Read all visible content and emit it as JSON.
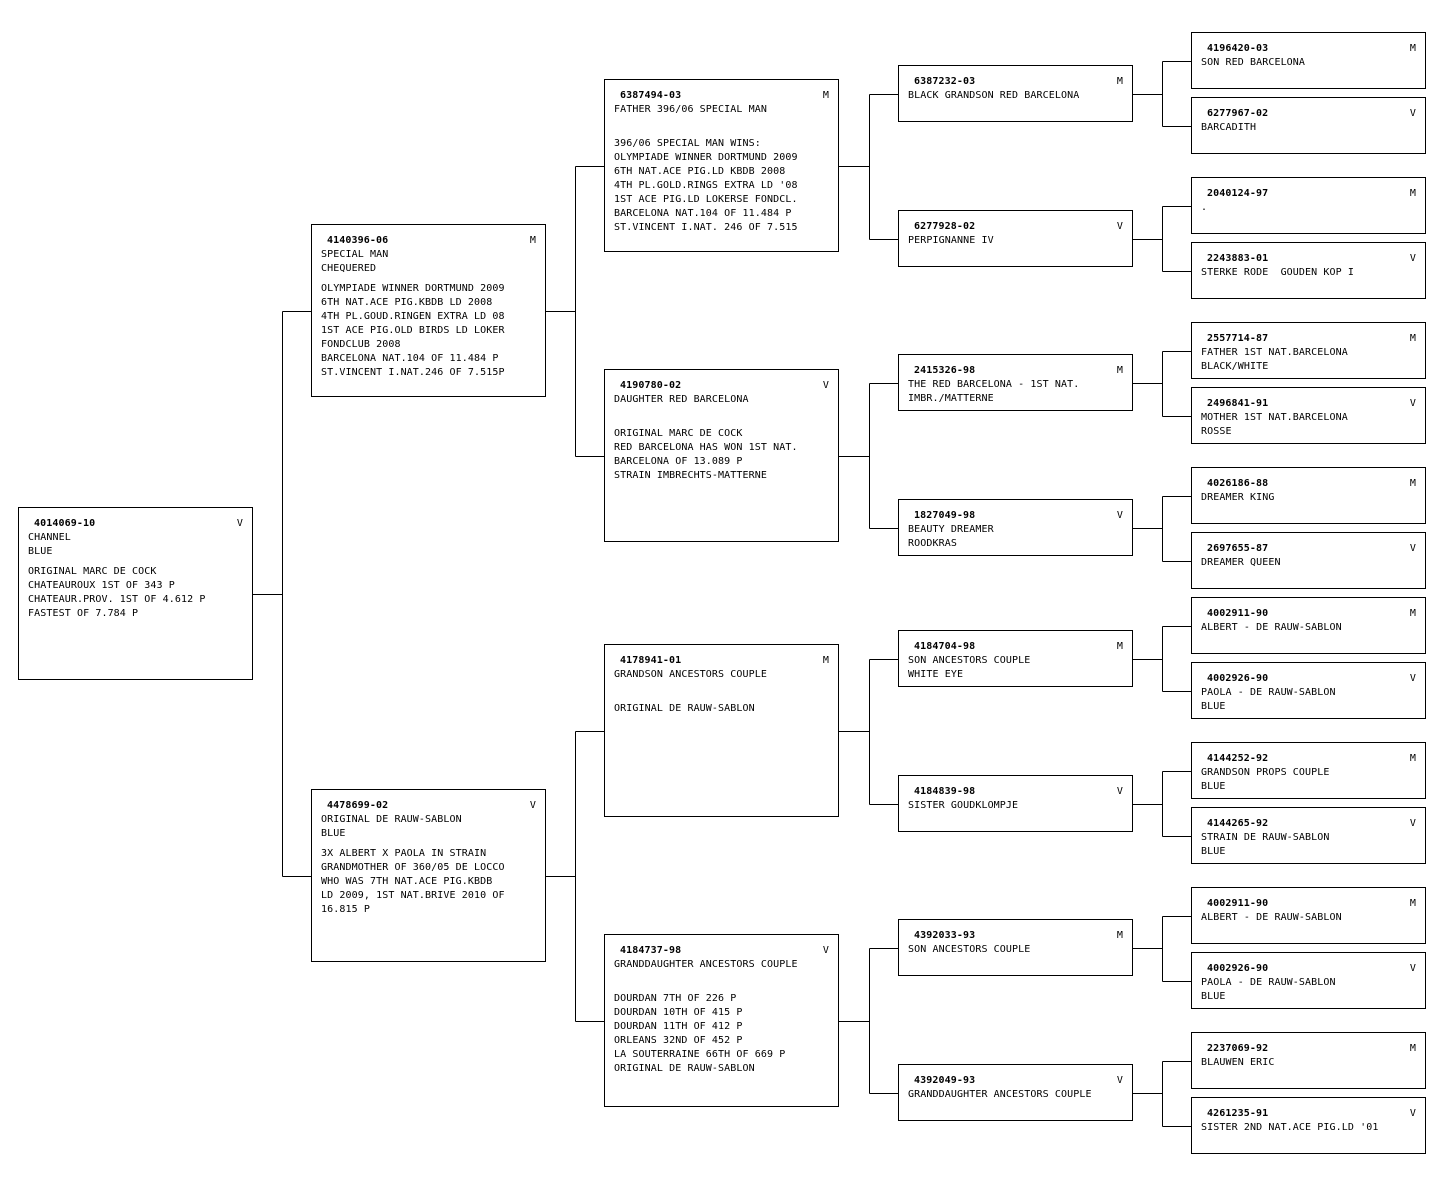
{
  "pigeons": {
    "p1": {
      "ring": "4014069-10",
      "sex": "V",
      "lines": [
        "CHANNEL",
        "BLUE"
      ],
      "notes": [
        "ORIGINAL MARC DE COCK",
        "CHATEAUROUX 1ST OF 343 P",
        "CHATEAUR.PROV. 1ST OF 4.612 P",
        "FASTEST OF 7.784 P"
      ]
    },
    "p2": {
      "ring": "4140396-06",
      "sex": "M",
      "lines": [
        "SPECIAL MAN",
        "CHEQUERED"
      ],
      "notes": [
        "OLYMPIADE WINNER DORTMUND 2009",
        "6TH NAT.ACE PIG.KBDB LD 2008",
        "4TH PL.GOUD.RINGEN EXTRA LD 08",
        "1ST ACE PIG.OLD BIRDS LD LOKER",
        "FONDCLUB 2008",
        "BARCELONA NAT.104 OF 11.484 P",
        "ST.VINCENT I.NAT.246 OF 7.515P"
      ]
    },
    "p3": {
      "ring": "4478699-02",
      "sex": "V",
      "lines": [
        "ORIGINAL DE RAUW-SABLON",
        "BLUE"
      ],
      "notes": [
        "3X ALBERT X PAOLA IN STRAIN",
        "GRANDMOTHER OF 360/05 DE LOCCO",
        "WHO WAS 7TH NAT.ACE PIG.KBDB",
        "LD 2009, 1ST NAT.BRIVE 2010 OF",
        "16.815 P"
      ]
    },
    "p4": {
      "ring": "6387494-03",
      "sex": "M",
      "lines": [
        "FATHER 396/06 SPECIAL MAN"
      ],
      "notes": [
        "396/06 SPECIAL MAN WINS:",
        "OLYMPIADE WINNER DORTMUND 2009",
        "6TH NAT.ACE PIG.LD KBDB 2008",
        "4TH PL.GOLD.RINGS EXTRA LD '08",
        "1ST ACE PIG.LD LOKERSE FONDCL.",
        "BARCELONA NAT.104 OF 11.484 P",
        "ST.VINCENT I.NAT. 246 OF 7.515"
      ]
    },
    "p5": {
      "ring": "4190780-02",
      "sex": "V",
      "lines": [
        "DAUGHTER RED BARCELONA"
      ],
      "notes": [
        "ORIGINAL MARC DE COCK",
        "RED BARCELONA HAS WON 1ST NAT.",
        "BARCELONA OF 13.089 P",
        "STRAIN IMBRECHTS-MATTERNE"
      ]
    },
    "p6": {
      "ring": "4178941-01",
      "sex": "M",
      "lines": [
        "GRANDSON ANCESTORS COUPLE"
      ],
      "notes": [
        "ORIGINAL DE RAUW-SABLON"
      ]
    },
    "p7": {
      "ring": "4184737-98",
      "sex": "V",
      "lines": [
        "GRANDDAUGHTER ANCESTORS COUPLE"
      ],
      "notes": [
        "DOURDAN 7TH OF 226 P",
        "DOURDAN 10TH OF 415 P",
        "DOURDAN 11TH OF 412 P",
        "ORLEANS 32ND OF 452 P",
        "LA SOUTERRAINE 66TH OF 669 P",
        "ORIGINAL DE RAUW-SABLON"
      ]
    },
    "p8": {
      "ring": "6387232-03",
      "sex": "M",
      "lines": [
        "BLACK GRANDSON RED BARCELONA"
      ]
    },
    "p9": {
      "ring": "6277928-02",
      "sex": "V",
      "lines": [
        "PERPIGNANNE IV"
      ]
    },
    "p10": {
      "ring": "2415326-98",
      "sex": "M",
      "lines": [
        "THE RED BARCELONA - 1ST NAT.",
        "IMBR./MATTERNE"
      ]
    },
    "p11": {
      "ring": "1827049-98",
      "sex": "V",
      "lines": [
        "BEAUTY DREAMER",
        "ROODKRAS"
      ]
    },
    "p12": {
      "ring": "4184704-98",
      "sex": "M",
      "lines": [
        "SON ANCESTORS COUPLE",
        "WHITE EYE"
      ]
    },
    "p13": {
      "ring": "4184839-98",
      "sex": "V",
      "lines": [
        "SISTER GOUDKLOMPJE"
      ]
    },
    "p14": {
      "ring": "4392033-93",
      "sex": "M",
      "lines": [
        "SON ANCESTORS COUPLE"
      ]
    },
    "p15": {
      "ring": "4392049-93",
      "sex": "V",
      "lines": [
        "GRANDDAUGHTER ANCESTORS COUPLE"
      ]
    },
    "p16": {
      "ring": "4196420-03",
      "sex": "M",
      "lines": [
        "SON RED BARCELONA"
      ]
    },
    "p17": {
      "ring": "6277967-02",
      "sex": "V",
      "lines": [
        "BARCADITH"
      ]
    },
    "p18": {
      "ring": "2040124-97",
      "sex": "M",
      "lines": [
        "."
      ]
    },
    "p19": {
      "ring": "2243883-01",
      "sex": "V",
      "lines": [
        "STERKE RODE  GOUDEN KOP I"
      ]
    },
    "p20": {
      "ring": "2557714-87",
      "sex": "M",
      "lines": [
        "FATHER 1ST NAT.BARCELONA",
        "BLACK/WHITE"
      ]
    },
    "p21": {
      "ring": "2496841-91",
      "sex": "V",
      "lines": [
        "MOTHER 1ST NAT.BARCELONA",
        "ROSSE"
      ]
    },
    "p22": {
      "ring": "4026186-88",
      "sex": "M",
      "lines": [
        "DREAMER KING"
      ]
    },
    "p23": {
      "ring": "2697655-87",
      "sex": "V",
      "lines": [
        "DREAMER QUEEN"
      ]
    },
    "p24": {
      "ring": "4002911-90",
      "sex": "M",
      "lines": [
        "ALBERT - DE RAUW-SABLON"
      ]
    },
    "p25": {
      "ring": "4002926-90",
      "sex": "V",
      "lines": [
        "PAOLA - DE RAUW-SABLON",
        "BLUE"
      ]
    },
    "p26": {
      "ring": "4144252-92",
      "sex": "M",
      "lines": [
        "GRANDSON PROPS COUPLE",
        "BLUE"
      ]
    },
    "p27": {
      "ring": "4144265-92",
      "sex": "V",
      "lines": [
        "STRAIN DE RAUW-SABLON",
        "BLUE"
      ]
    },
    "p28": {
      "ring": "4002911-90",
      "sex": "M",
      "lines": [
        "ALBERT - DE RAUW-SABLON"
      ]
    },
    "p29": {
      "ring": "4002926-90",
      "sex": "V",
      "lines": [
        "PAOLA - DE RAUW-SABLON",
        "BLUE"
      ]
    },
    "p30": {
      "ring": "2237069-92",
      "sex": "M",
      "lines": [
        "BLAUWEN ERIC"
      ]
    },
    "p31": {
      "ring": "4261235-91",
      "sex": "V",
      "lines": [
        "SISTER 2ND NAT.ACE PIG.LD '01"
      ]
    }
  }
}
